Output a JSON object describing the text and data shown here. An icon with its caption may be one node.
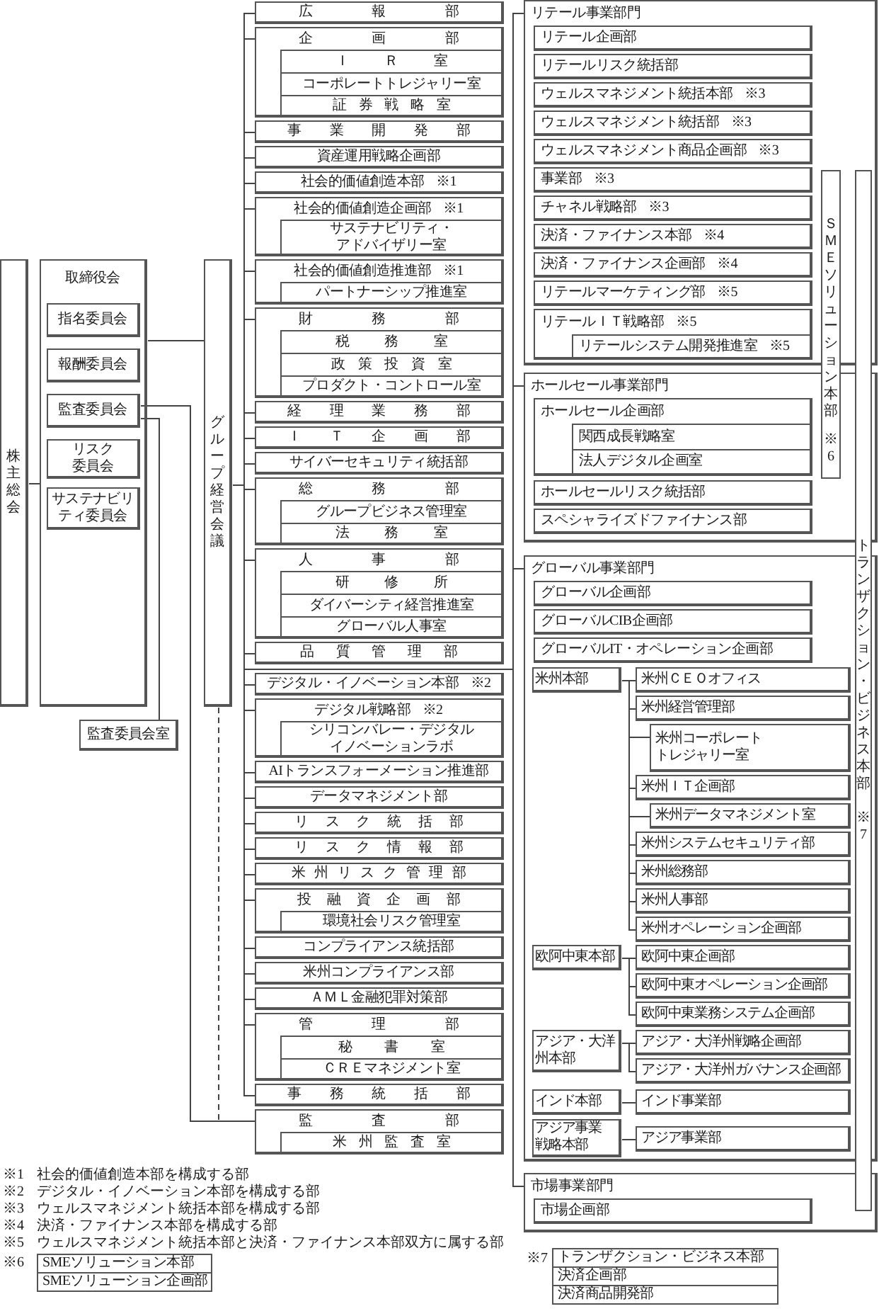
{
  "diagram": {
    "nodes": [
      {
        "text": [
          "株主総会"
        ]
      },
      {
        "text": [
          "取締役会"
        ]
      },
      {
        "text": [
          "指名委員会"
        ],
        "in": 1
      },
      {
        "text": [
          "報酬委員会"
        ],
        "in": 1
      },
      {
        "text": [
          "監査委員会"
        ],
        "in": 1
      },
      {
        "text": [
          "リスク委員会"
        ],
        "in": 1
      },
      {
        "text": [
          "サステナビリティ委員会"
        ],
        "in": 1
      },
      {
        "text": [
          "監査委員会室"
        ]
      },
      {
        "text": [
          "グループ経営会議"
        ]
      },
      {
        "text": [
          "広報部"
        ]
      },
      {
        "text": [
          "企画部"
        ]
      },
      {
        "text": [
          "ＩＲ室"
        ],
        "in": 10
      },
      {
        "text": [
          "コーポレートトレジャリー室"
        ],
        "in": 10
      },
      {
        "text": [
          "証券戦略室"
        ],
        "in": 10
      },
      {
        "text": [
          "事業開発部"
        ]
      },
      {
        "text": [
          "資産運用戦略企画部"
        ]
      },
      {
        "text": [
          "社会的価値創造本部 ※1"
        ]
      },
      {
        "text": [
          "社会的価値創造企画部 ※1"
        ]
      },
      {
        "text": [
          "サステナビリティ・アドバイザリー室"
        ],
        "in": 17
      },
      {
        "text": [
          "社会的価値創造推進部 ※1"
        ]
      },
      {
        "text": [
          "パートナーシップ推進室"
        ],
        "in": 19
      },
      {
        "text": [
          "財務部"
        ]
      },
      {
        "text": [
          "税務室"
        ],
        "in": 21
      },
      {
        "text": [
          "政策投資室"
        ],
        "in": 21
      },
      {
        "text": [
          "プロダクト・コントロール室"
        ],
        "in": 21
      },
      {
        "text": [
          "経理業務部"
        ]
      },
      {
        "text": [
          "ＩＴ企画部"
        ]
      },
      {
        "text": [
          "サイバーセキュリティ統括部"
        ]
      },
      {
        "text": [
          "総務部"
        ]
      },
      {
        "text": [
          "グループビジネス管理室"
        ],
        "in": 28
      },
      {
        "text": [
          "法務室"
        ],
        "in": 28
      },
      {
        "text": [
          "人事部"
        ]
      },
      {
        "text": [
          "研修所"
        ],
        "in": 31
      },
      {
        "text": [
          "ダイバーシティ経営推進室"
        ],
        "in": 31
      },
      {
        "text": [
          "グローバル人事室"
        ],
        "in": 31
      },
      {
        "text": [
          "品質管理部"
        ]
      },
      {
        "text": [
          "デジタル・イノベーション本部 ※2"
        ]
      },
      {
        "text": [
          "デジタル戦略部 ※2"
        ]
      },
      {
        "text": [
          "シリコンバレー・デジタルイノベーションラボ"
        ],
        "in": 37
      },
      {
        "text": [
          "AIトランスフォーメーション推進部"
        ]
      },
      {
        "text": [
          "データマネジメント部"
        ]
      },
      {
        "text": [
          "リスク統括部"
        ]
      },
      {
        "text": [
          "リスク情報部"
        ]
      },
      {
        "text": [
          "米州リスク管理部"
        ]
      },
      {
        "text": [
          "投融資企画部"
        ]
      },
      {
        "text": [
          "環境社会リスク管理室"
        ],
        "in": 44
      },
      {
        "text": [
          "コンプライアンス統括部"
        ]
      },
      {
        "text": [
          "米州コンプライアンス部"
        ]
      },
      {
        "text": [
          "ＡＭＬ金融犯罪対策部"
        ]
      },
      {
        "text": [
          "管理部"
        ]
      },
      {
        "text": [
          "秘書室"
        ],
        "in": 49
      },
      {
        "text": [
          "ＣＲＥマネジメント室"
        ],
        "in": 49
      },
      {
        "text": [
          "事務統括部"
        ]
      },
      {
        "text": [
          "監査部"
        ]
      },
      {
        "text": [
          "米州監査室"
        ],
        "in": 53
      },
      {
        "text": [
          "リテール事業部門"
        ]
      },
      {
        "text": [
          "リテール企画部"
        ],
        "in": 55
      },
      {
        "text": [
          "リテールリスク統括部"
        ],
        "in": 55
      },
      {
        "text": [
          "ウェルスマネジメント統括本部 ※3"
        ],
        "in": 55
      },
      {
        "text": [
          "ウェルスマネジメント統括部 ※3"
        ],
        "in": 55
      },
      {
        "text": [
          "ウェルスマネジメント商品企画部 ※3"
        ],
        "in": 55
      },
      {
        "text": [
          "事業部 ※3"
        ],
        "in": 55
      },
      {
        "text": [
          "チャネル戦略部 ※3"
        ],
        "in": 55
      },
      {
        "text": [
          "決済・ファイナンス本部 ※4"
        ],
        "in": 55
      },
      {
        "text": [
          "決済・ファイナンス企画部 ※4"
        ],
        "in": 55
      },
      {
        "text": [
          "リテールマーケティング部 ※5"
        ],
        "in": 55
      },
      {
        "text": [
          "リテールＩＴ戦略部 ※5"
        ],
        "in": 55
      },
      {
        "text": [
          "リテールシステム開発推進室 ※5"
        ],
        "in": 66
      },
      {
        "text": [
          "ホールセール事業部門"
        ]
      },
      {
        "text": [
          "ホールセール企画部"
        ],
        "in": 68
      },
      {
        "text": [
          "関西成長戦略室"
        ],
        "in": 69
      },
      {
        "text": [
          "法人デジタル企画室"
        ],
        "in": 69
      },
      {
        "text": [
          "ホールセールリスク統括部"
        ],
        "in": 68
      },
      {
        "text": [
          "スペシャライズドファイナンス部"
        ],
        "in": 68
      },
      {
        "text": [
          "グローバル事業部門"
        ]
      },
      {
        "text": [
          "グローバル企画部"
        ],
        "in": 74
      },
      {
        "text": [
          "グローバルCIB企画部"
        ],
        "in": 74
      },
      {
        "text": [
          "グローバルIT・オペレーション企画部"
        ],
        "in": 74
      },
      {
        "text": [
          "米州本部"
        ],
        "in": 74
      },
      {
        "text": [
          "米州ＣＥＯオフィス"
        ],
        "in": 74
      },
      {
        "text": [
          "米州経営管理部"
        ],
        "in": 74
      },
      {
        "text": [
          "米州コーポレートトレジャリー室"
        ],
        "in": 74
      },
      {
        "text": [
          "米州ＩＴ企画部"
        ],
        "in": 74
      },
      {
        "text": [
          "米州データマネジメント室"
        ],
        "in": 74
      },
      {
        "text": [
          "米州システムセキュリティ部"
        ],
        "in": 74
      },
      {
        "text": [
          "米州総務部"
        ],
        "in": 74
      },
      {
        "text": [
          "米州人事部"
        ],
        "in": 74
      },
      {
        "text": [
          "米州オペレーション企画部"
        ],
        "in": 74
      },
      {
        "text": [
          "欧阿中東本部"
        ],
        "in": 74
      },
      {
        "text": [
          "欧阿中東企画部"
        ],
        "in": 74
      },
      {
        "text": [
          "欧阿中東オペレーション企画部"
        ],
        "in": 74
      },
      {
        "text": [
          "欧阿中東業務システム企画部"
        ],
        "in": 74
      },
      {
        "text": [
          "アジア・大洋州本部"
        ],
        "in": 74
      },
      {
        "text": [
          "アジア・大洋州戦略企画部"
        ],
        "in": 74
      },
      {
        "text": [
          "アジア・大洋州ガバナンス企画部"
        ],
        "in": 74
      },
      {
        "text": [
          "インド本部"
        ],
        "in": 74
      },
      {
        "text": [
          "インド事業部"
        ],
        "in": 74
      },
      {
        "text": [
          "アジア事業戦略本部"
        ],
        "in": 74
      },
      {
        "text": [
          "アジア事業部"
        ],
        "in": 74
      },
      {
        "text": [
          "市場事業部門"
        ]
      },
      {
        "text": [
          "市場企画部"
        ],
        "in": 99
      },
      {
        "text": [
          "ＳＭＥソリューション本部",
          "※6"
        ]
      },
      {
        "text": [
          "トランザクション・ビジネス本部",
          "※7"
        ]
      },
      {
        "text": [
          "SMEソリューション本部"
        ]
      },
      {
        "text": [
          "SMEソリューション企画部"
        ]
      },
      {
        "text": [
          "トランザクション・ビジネス本部"
        ]
      },
      {
        "text": [
          "決済企画部"
        ]
      },
      {
        "text": [
          "決済商品開発部"
        ]
      }
    ],
    "edges": [
      {
        "from": 0,
        "to": 1,
        "arrow": "none"
      },
      {
        "from": 1,
        "to": 8,
        "arrow": "none"
      },
      {
        "from": 4,
        "to": 7,
        "arrow": "none"
      },
      {
        "from": 4,
        "to": 53,
        "arrow": "none"
      },
      {
        "from": 8,
        "to": 53,
        "arrow": "none",
        "style": "dashed"
      },
      {
        "from": 8,
        "to": 9,
        "arrow": "none"
      },
      {
        "from": 8,
        "to": 10,
        "arrow": "none"
      },
      {
        "from": 8,
        "to": 14,
        "arrow": "none"
      },
      {
        "from": 8,
        "to": 15,
        "arrow": "none"
      },
      {
        "from": 8,
        "to": 16,
        "arrow": "none"
      },
      {
        "from": 8,
        "to": 17,
        "arrow": "none"
      },
      {
        "from": 8,
        "to": 19,
        "arrow": "none"
      },
      {
        "from": 8,
        "to": 21,
        "arrow": "none"
      },
      {
        "from": 8,
        "to": 25,
        "arrow": "none"
      },
      {
        "from": 8,
        "to": 26,
        "arrow": "none"
      },
      {
        "from": 8,
        "to": 27,
        "arrow": "none"
      },
      {
        "from": 8,
        "to": 28,
        "arrow": "none"
      },
      {
        "from": 8,
        "to": 31,
        "arrow": "none"
      },
      {
        "from": 8,
        "to": 35,
        "arrow": "none"
      },
      {
        "from": 8,
        "to": 36,
        "arrow": "none"
      },
      {
        "from": 8,
        "to": 37,
        "arrow": "none"
      },
      {
        "from": 8,
        "to": 39,
        "arrow": "none"
      },
      {
        "from": 8,
        "to": 40,
        "arrow": "none"
      },
      {
        "from": 8,
        "to": 41,
        "arrow": "none"
      },
      {
        "from": 8,
        "to": 42,
        "arrow": "none"
      },
      {
        "from": 8,
        "to": 43,
        "arrow": "none"
      },
      {
        "from": 8,
        "to": 44,
        "arrow": "none"
      },
      {
        "from": 8,
        "to": 46,
        "arrow": "none"
      },
      {
        "from": 8,
        "to": 47,
        "arrow": "none"
      },
      {
        "from": 8,
        "to": 48,
        "arrow": "none"
      },
      {
        "from": 8,
        "to": 49,
        "arrow": "none"
      },
      {
        "from": 8,
        "to": 52,
        "arrow": "none"
      },
      {
        "from": 8,
        "to": 55,
        "arrow": "none"
      },
      {
        "from": 8,
        "to": 68,
        "arrow": "none"
      },
      {
        "from": 8,
        "to": 74,
        "arrow": "none"
      },
      {
        "from": 8,
        "to": 99,
        "arrow": "none"
      },
      {
        "from": 78,
        "to": 79,
        "arrow": "none"
      },
      {
        "from": 78,
        "to": 80,
        "arrow": "none"
      },
      {
        "from": 78,
        "to": 81,
        "arrow": "none"
      },
      {
        "from": 78,
        "to": 82,
        "arrow": "none"
      },
      {
        "from": 78,
        "to": 83,
        "arrow": "none"
      },
      {
        "from": 78,
        "to": 84,
        "arrow": "none"
      },
      {
        "from": 78,
        "to": 85,
        "arrow": "none"
      },
      {
        "from": 78,
        "to": 86,
        "arrow": "none"
      },
      {
        "from": 78,
        "to": 87,
        "arrow": "none"
      },
      {
        "from": 88,
        "to": 89,
        "arrow": "none"
      },
      {
        "from": 88,
        "to": 90,
        "arrow": "none"
      },
      {
        "from": 88,
        "to": 91,
        "arrow": "none"
      },
      {
        "from": 92,
        "to": 93,
        "arrow": "none"
      },
      {
        "from": 92,
        "to": 94,
        "arrow": "none"
      },
      {
        "from": 95,
        "to": 96,
        "arrow": "none"
      },
      {
        "from": 97,
        "to": 98,
        "arrow": "none"
      }
    ],
    "labels": [
      "※1",
      "社会的価値創造本部を構成する部",
      "※2",
      "デジタル・イノベーション本部を構成する部",
      "※3",
      "ウェルスマネジメント統括本部を構成する部",
      "※4",
      "決済・ファイナンス本部を構成する部",
      "※5",
      "ウェルスマネジメント統括本部と決済・ファイナンス本部双方に属する部",
      "※6",
      "※7"
    ]
  }
}
